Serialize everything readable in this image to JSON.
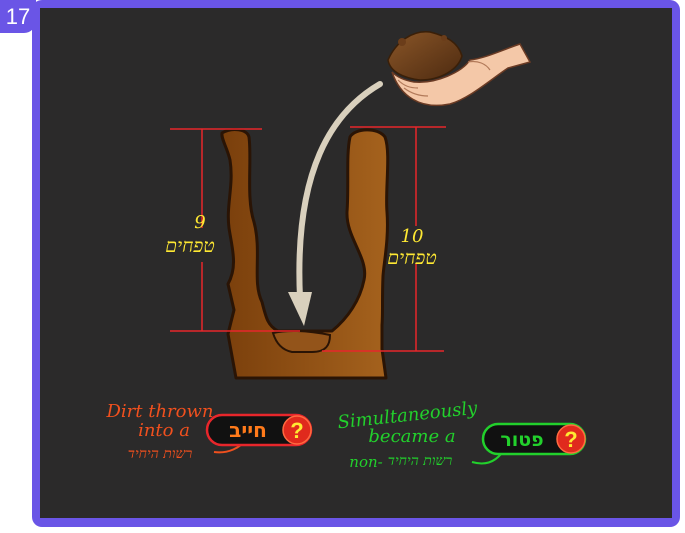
{
  "slide_number": "17",
  "left_height": {
    "number": "9",
    "word": "טפחים"
  },
  "right_height": {
    "number": "10",
    "word": "טפחים"
  },
  "left_caption": {
    "line1": "Dirt thrown",
    "line2": "into a",
    "hebrew": "רשות היחיד"
  },
  "left_badge": {
    "label": "חייב",
    "icon": "question-mark-icon"
  },
  "right_caption": {
    "line1": "Simultaneously",
    "line2": "became a",
    "hebrew_prefix": "non-",
    "hebrew": "רשות היחיד"
  },
  "right_badge": {
    "label": "פטור",
    "icon": "question-mark-icon"
  },
  "colors": {
    "frame": "#6a55e6",
    "board": "#2b2a2a",
    "measure": "#e8262b",
    "label": "#ffe933",
    "left_caption": "#f0501e",
    "right_caption": "#22d02c",
    "earth": "#8a4d12"
  }
}
